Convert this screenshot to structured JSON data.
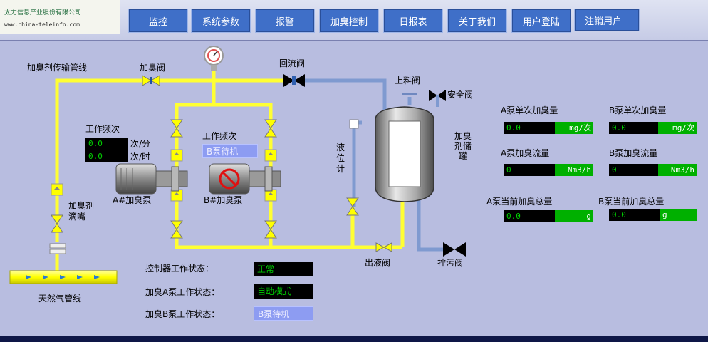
{
  "header": {
    "company": "太力信息产业股份有限公司",
    "website": "www.china-teleinfo.com",
    "nav": [
      "监控",
      "系统参数",
      "报警",
      "加臭控制",
      "日报表",
      "关于我们",
      "用户登陆",
      "注销用户"
    ]
  },
  "labels": {
    "pipeline": "加臭剂传输管线",
    "dosing_valve": "加臭阀",
    "return_valve": "回流阀",
    "feed_valve": "上料阀",
    "safety_valve": "安全阀",
    "tank": "加臭剂储罐",
    "level_gauge": "液位计",
    "outlet_valve": "出液阀",
    "drain_valve": "排污阀",
    "nozzle": "加臭剂滴嘴",
    "gas_pipeline": "天然气管线",
    "pump_a": "A#加臭泵",
    "pump_b": "B#加臭泵"
  },
  "pump_a_freq": {
    "title": "工作频次",
    "per_min_value": "0.0",
    "per_min_unit": "次/分",
    "per_hour_value": "0.0",
    "per_hour_unit": "次/时"
  },
  "pump_b_freq": {
    "title": "工作频次",
    "status": "B泵待机"
  },
  "readouts": [
    {
      "label": "A泵单次加臭量",
      "value": "0.0",
      "unit": "mg/次"
    },
    {
      "label": "B泵单次加臭量",
      "value": "0.0",
      "unit": "mg/次"
    },
    {
      "label": "A泵加臭流量",
      "value": "0",
      "unit": "Nm3/h"
    },
    {
      "label": "B泵加臭流量",
      "value": "0",
      "unit": "Nm3/h"
    },
    {
      "label": "A泵当前加臭总量",
      "value": "0.0",
      "unit": "g"
    },
    {
      "label": "B泵当前加臭总量",
      "value": "0.0",
      "unit": "g"
    }
  ],
  "status": [
    {
      "label": "控制器工作状态：",
      "value": "正常"
    },
    {
      "label": "加臭A泵工作状态：",
      "value": "自动模式"
    },
    {
      "label": "加臭B泵工作状态：",
      "value": "B泵待机"
    }
  ],
  "colors": {
    "background": "#b8bde0",
    "pipe": "#ffff33",
    "return_pipe": "#7f9ad0",
    "nav": "#3f6fc8",
    "display_bg": "#000000",
    "display_text": "#00d000",
    "unit_bg": "#00b000",
    "standby": "#8d9cf2"
  }
}
